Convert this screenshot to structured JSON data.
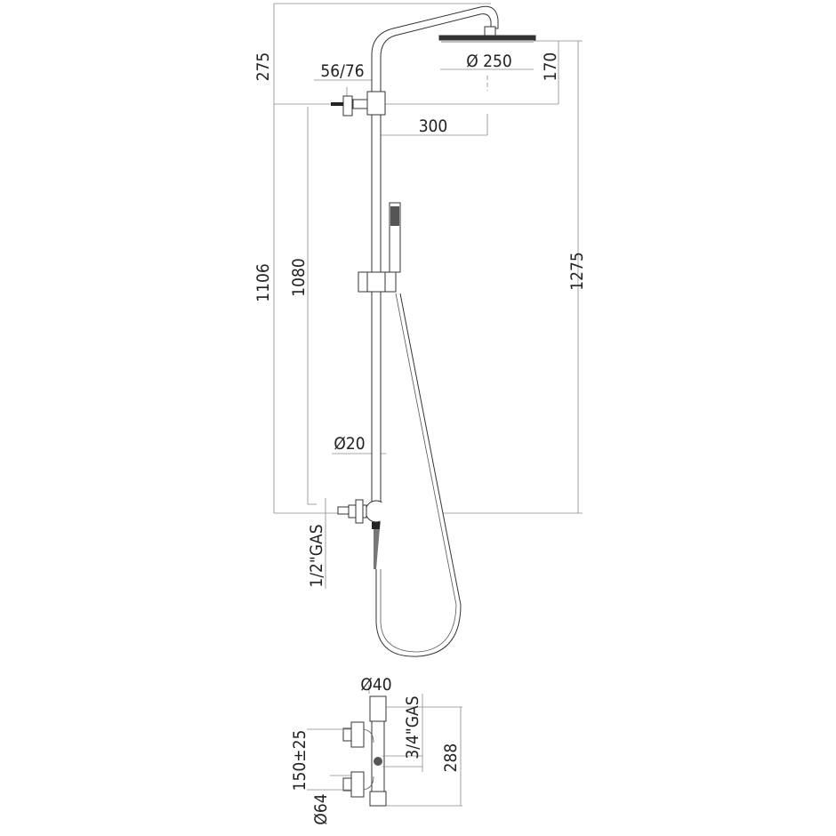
{
  "dimensions": {
    "top_offset": "275",
    "arm_outlet": "56/76",
    "head_diameter": "Ø 250",
    "head_height": "170",
    "arm_reach": "300",
    "total_height_left": "1106",
    "inlet_height": "1080",
    "total_height_right": "1275",
    "pipe_diameter": "Ø20",
    "inlet_thread": "1/2\"GAS",
    "mixer_top_diameter": "Ø40",
    "mixer_outlet_thread": "3/4\"GAS",
    "mixer_height": "288",
    "mixer_centers": "150±25",
    "mixer_flange_diameter": "Ø64"
  }
}
